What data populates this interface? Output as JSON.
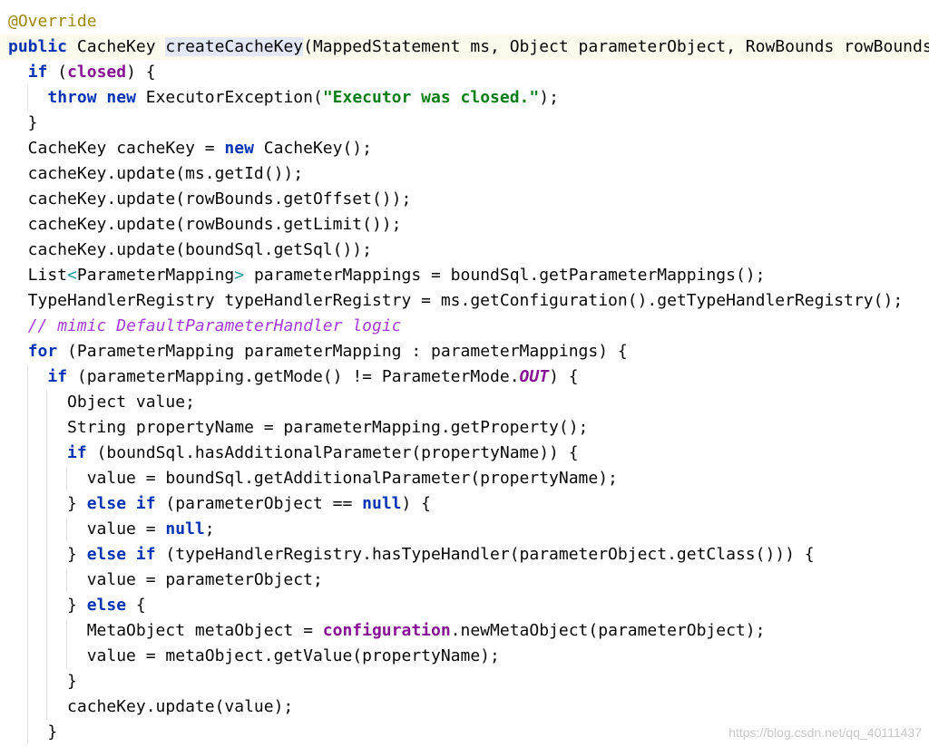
{
  "editor": {
    "lines": [
      [
        {
          "t": "@Override",
          "c": "annot"
        }
      ],
      [
        {
          "t": "public",
          "c": "kw"
        },
        {
          "t": " CacheKey ",
          "c": "ident"
        },
        {
          "t": "createCacheKey",
          "c": "ident highlight",
          "caret": true
        },
        {
          "t": "(MappedStatement ms, Object parameterObject, RowBounds rowBounds",
          "c": "ident"
        }
      ],
      [
        {
          "t": "  "
        },
        {
          "t": "if",
          "c": "kw"
        },
        {
          "t": " (",
          "c": "p"
        },
        {
          "t": "closed",
          "c": "field"
        },
        {
          "t": ") {",
          "c": "p"
        }
      ],
      [
        {
          "t": "    "
        },
        {
          "t": "throw",
          "c": "kw"
        },
        {
          "t": " ",
          "c": "p"
        },
        {
          "t": "new",
          "c": "kw"
        },
        {
          "t": " ExecutorException(",
          "c": "ident"
        },
        {
          "t": "\"Executor was closed.\"",
          "c": "str"
        },
        {
          "t": ");",
          "c": "p"
        }
      ],
      [
        {
          "t": "  }",
          "c": "p"
        }
      ],
      [
        {
          "t": "  CacheKey cacheKey = ",
          "c": "ident"
        },
        {
          "t": "new",
          "c": "kw"
        },
        {
          "t": " CacheKey();",
          "c": "ident"
        }
      ],
      [
        {
          "t": "  cacheKey.update(ms.getId());",
          "c": "ident"
        }
      ],
      [
        {
          "t": "  cacheKey.update(rowBounds.getOffset());",
          "c": "ident"
        }
      ],
      [
        {
          "t": "  cacheKey.update(rowBounds.getLimit());",
          "c": "ident"
        }
      ],
      [
        {
          "t": "  cacheKey.update(boundSql.getSql());",
          "c": "ident"
        }
      ],
      [
        {
          "t": "  List",
          "c": "ident"
        },
        {
          "t": "<",
          "c": "type-arg"
        },
        {
          "t": "ParameterMapping",
          "c": "ident"
        },
        {
          "t": ">",
          "c": "type-arg"
        },
        {
          "t": " parameterMappings = boundSql.getParameterMappings();",
          "c": "ident"
        }
      ],
      [
        {
          "t": "  TypeHandlerRegistry typeHandlerRegistry = ms.getConfiguration().getTypeHandlerRegistry();",
          "c": "ident"
        }
      ],
      [
        {
          "t": "  "
        },
        {
          "t": "// mimic ",
          "c": "cmt-ref"
        },
        {
          "t": "DefaultParameterHandler",
          "c": "cmt-ref"
        },
        {
          "t": " logic",
          "c": "cmt-ref"
        }
      ],
      [
        {
          "t": "  "
        },
        {
          "t": "for",
          "c": "kw"
        },
        {
          "t": " (ParameterMapping parameterMapping : parameterMappings) {",
          "c": "ident"
        }
      ],
      [
        {
          "t": "    "
        },
        {
          "t": "if",
          "c": "kw"
        },
        {
          "t": " (parameterMapping.getMode() != ParameterMode.",
          "c": "ident"
        },
        {
          "t": "OUT",
          "c": "const"
        },
        {
          "t": ") {",
          "c": "p"
        }
      ],
      [
        {
          "t": "      Object value;",
          "c": "ident"
        }
      ],
      [
        {
          "t": "      String propertyName = parameterMapping.getProperty();",
          "c": "ident"
        }
      ],
      [
        {
          "t": "      "
        },
        {
          "t": "if",
          "c": "kw"
        },
        {
          "t": " (boundSql.hasAdditionalParameter(propertyName)) {",
          "c": "ident"
        }
      ],
      [
        {
          "t": "        value = boundSql.getAdditionalParameter(propertyName);",
          "c": "ident"
        }
      ],
      [
        {
          "t": "      } ",
          "c": "p"
        },
        {
          "t": "else if",
          "c": "kw"
        },
        {
          "t": " (parameterObject == ",
          "c": "ident"
        },
        {
          "t": "null",
          "c": "kw"
        },
        {
          "t": ") {",
          "c": "p"
        }
      ],
      [
        {
          "t": "        value = ",
          "c": "ident"
        },
        {
          "t": "null",
          "c": "kw"
        },
        {
          "t": ";",
          "c": "p"
        }
      ],
      [
        {
          "t": "      } ",
          "c": "p"
        },
        {
          "t": "else if",
          "c": "kw"
        },
        {
          "t": " (typeHandlerRegistry.hasTypeHandler(parameterObject.getClass())) {",
          "c": "ident"
        }
      ],
      [
        {
          "t": "        value = parameterObject;",
          "c": "ident"
        }
      ],
      [
        {
          "t": "      } ",
          "c": "p"
        },
        {
          "t": "else",
          "c": "kw"
        },
        {
          "t": " {",
          "c": "p"
        }
      ],
      [
        {
          "t": "        MetaObject metaObject = ",
          "c": "ident"
        },
        {
          "t": "configuration",
          "c": "field"
        },
        {
          "t": ".newMetaObject(parameterObject);",
          "c": "ident"
        }
      ],
      [
        {
          "t": "        value = metaObject.getValue(propertyName);",
          "c": "ident"
        }
      ],
      [
        {
          "t": "      }",
          "c": "p"
        }
      ],
      [
        {
          "t": "      cacheKey.update(value);",
          "c": "ident"
        }
      ],
      [
        {
          "t": "    }",
          "c": "p"
        }
      ]
    ],
    "current_line": 1
  },
  "watermark": "https://blog.csdn.net/qq_40111437"
}
